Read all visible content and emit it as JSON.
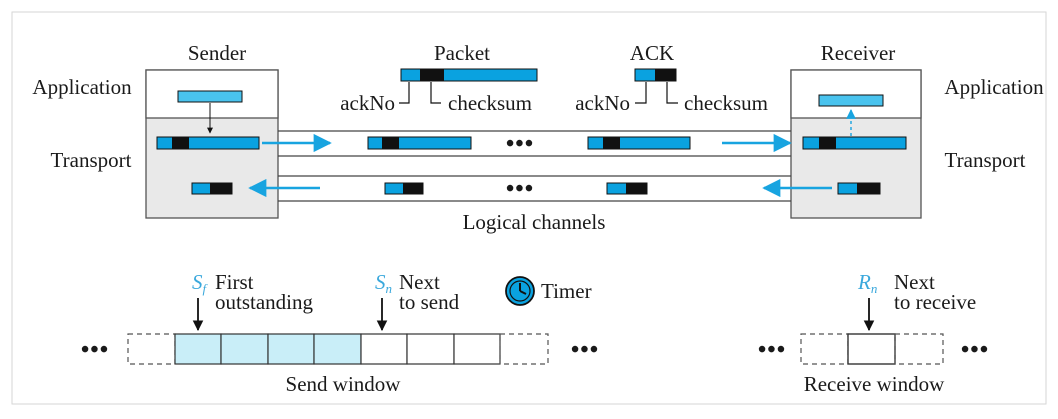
{
  "labels": {
    "sender": "Sender",
    "receiver": "Receiver",
    "application_left": "Application",
    "application_right": "Application",
    "transport_left": "Transport",
    "transport_right": "Transport",
    "packet": "Packet",
    "ack": "ACK",
    "packet_ackno": "ackNo",
    "packet_checksum": "checksum",
    "ack_ackno": "ackNo",
    "ack_checksum": "checksum",
    "logical_channels": "Logical channels",
    "dots": "•••",
    "timer": "Timer",
    "sf_var": "S",
    "sf_sub": "f",
    "sf_line1": "First",
    "sf_line2": "outstanding",
    "sn_var": "S",
    "sn_sub": "n",
    "sn_line1": "Next",
    "sn_line2": "to send",
    "rn_var": "R",
    "rn_sub": "n",
    "rn_line1": "Next",
    "rn_line2": "to receive",
    "send_window": "Send window",
    "receive_window": "Receive window"
  },
  "colors": {
    "packet_blue": "#0aa2e0",
    "packet_black": "#111111",
    "arrow_blue": "#18a4e0",
    "label_blue": "#3aa8dc",
    "send_window_fill": "#c9eef8",
    "box_fill": "#e9e9e9",
    "box_border": "#555555",
    "line": "#444444"
  },
  "icons": {
    "timer": "clock-icon"
  }
}
